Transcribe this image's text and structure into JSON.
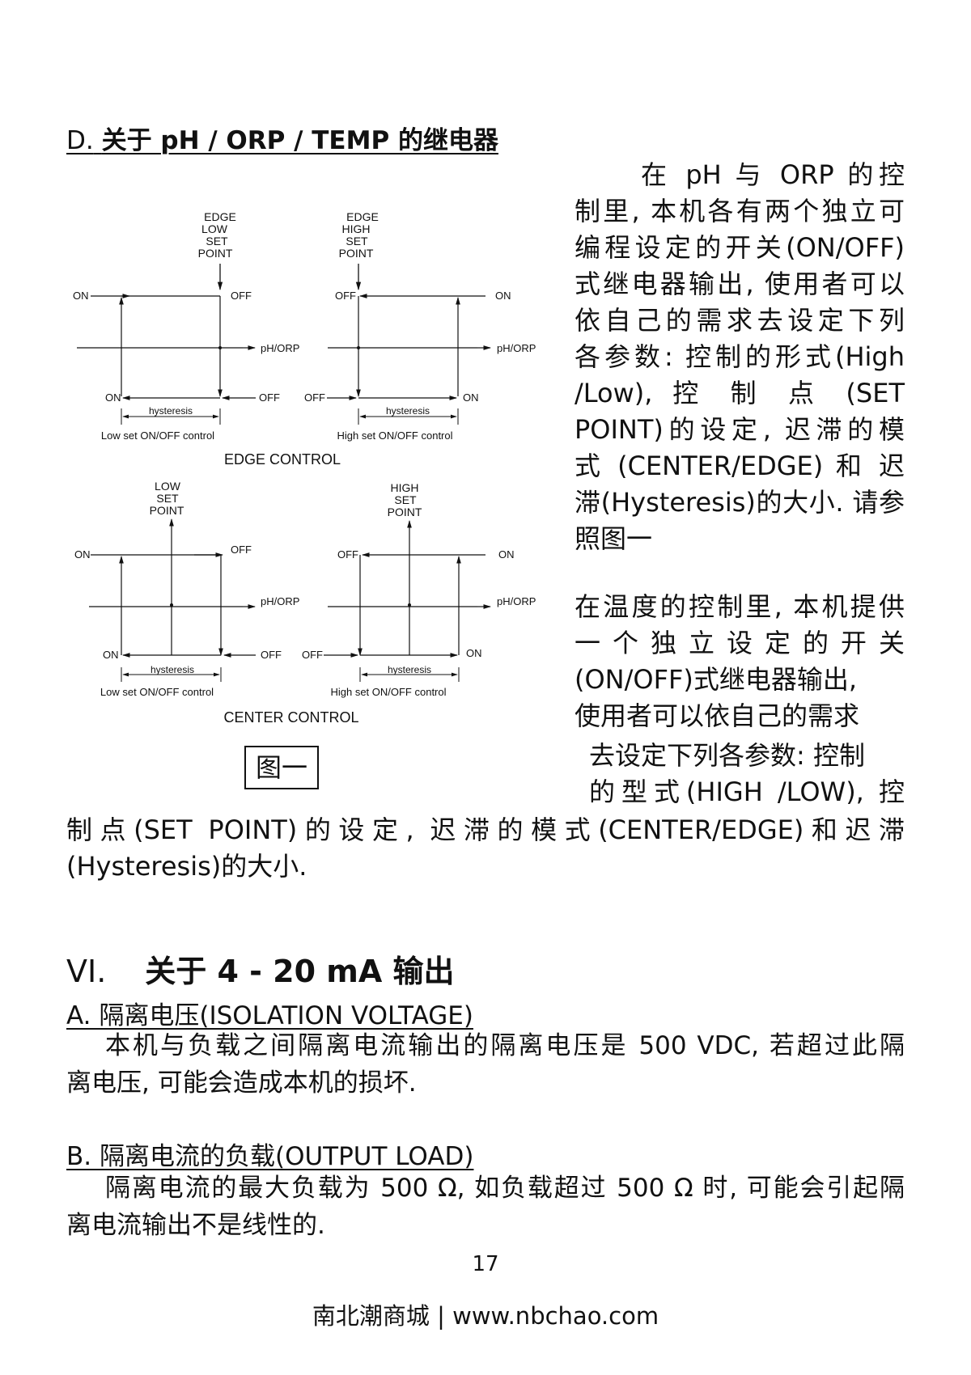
{
  "section_d": {
    "title_prefix": "D.",
    "title_text": "关于 pH / ORP / TEMP 的继电器"
  },
  "right_column": {
    "p1_lines": [
      "在 pH 与 ORP 的控",
      "制里, 本机各有两个独立可",
      "编程设定的开关(ON/OFF)",
      "式继电器输出, 使用者可以",
      "依自己的需求去设定下列",
      "各参数: 控制的形式(High",
      "/Low), 控 制 点 (SET",
      "POINT)的设定, 迟滞的模",
      "式 (CENTER/EDGE) 和 迟",
      "滞(Hysteresis)的大小. 请参",
      "照图一"
    ],
    "p2_lines": [
      "在温度的控制里, 本机提供",
      "一 个 独 立 设 定 的 开 关",
      "(ON/OFF)式继电器输出,",
      "使用者可以依自己的需求",
      "去设定下列各参数: 控制",
      "的型式(HIGH /LOW), 控"
    ]
  },
  "full_width_lines": [
    "制点(SET POINT)的设定, 迟滞的模式(CENTER/EDGE)和迟滞",
    "(Hysteresis)的大小."
  ],
  "figure": {
    "caption": "图一",
    "edge_control": {
      "title": "EDGE CONTROL",
      "left": {
        "setpoint_label": [
          "EDGE",
          "LOW",
          "SET",
          "POINT"
        ],
        "on_top": "ON",
        "off_top": "OFF",
        "axis": "pH/ORP",
        "on_bottom": "ON",
        "off_bottom": "OFF",
        "hysteresis": "hysteresis",
        "caption": "Low set ON/OFF control"
      },
      "right": {
        "setpoint_label": [
          "EDGE",
          "HIGH",
          "SET",
          "POINT"
        ],
        "off_top": "OFF",
        "on_top": "ON",
        "axis": "pH/ORP",
        "off_bottom": "OFF",
        "on_bottom": "ON",
        "hysteresis": "hysteresis",
        "caption": "High set ON/OFF control"
      }
    },
    "center_control": {
      "title": "CENTER CONTROL",
      "left": {
        "setpoint_label": [
          "LOW",
          "SET",
          "POINT"
        ],
        "on_top": "ON",
        "off_top": "OFF",
        "axis": "pH/ORP",
        "on_bottom": "ON",
        "off_bottom": "OFF",
        "hysteresis": "hysteresis",
        "caption": "Low set ON/OFF control"
      },
      "right": {
        "setpoint_label": [
          "HIGH",
          "SET",
          "POINT"
        ],
        "off_top": "OFF",
        "on_top": "ON",
        "axis": "pH/ORP",
        "off_bottom": "OFF",
        "on_bottom": "ON",
        "hysteresis": "hysteresis",
        "caption": "High set ON/OFF control"
      }
    }
  },
  "section_vi": {
    "number": "VI.",
    "title": "关于 4 - 20 mA 输出"
  },
  "section_a": {
    "heading": "A. 隔离电压(ISOLATION VOLTAGE)",
    "lines": [
      "本机与负载之间隔离电流输出的隔离电压是 500 VDC, 若超过此隔",
      "离电压, 可能会造成本机的损坏."
    ]
  },
  "section_b": {
    "heading": "B. 隔离电流的负载(OUTPUT LOAD)",
    "lines": [
      "隔离电流的最大负载为 500 Ω, 如负载超过 500 Ω 时, 可能会引起隔",
      "离电流输出不是线性的."
    ]
  },
  "page_number": "17",
  "footer": "南北潮商城 | www.nbchao.com"
}
